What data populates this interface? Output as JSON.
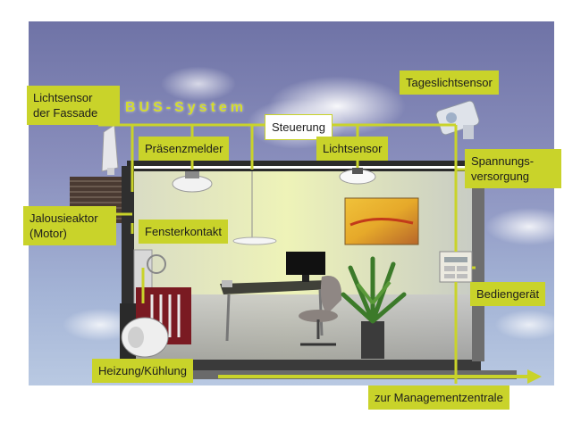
{
  "diagram": {
    "bus_title": "BUS-System",
    "labels": {
      "lichtsensor_fassade_l1": "Lichtsensor",
      "lichtsensor_fassade_l2": "der Fassade",
      "tageslichtsensor": "Tageslichtsensor",
      "steuerung": "Steuerung",
      "praesenzmelder": "Präsenzmelder",
      "lichtsensor": "Lichtsensor",
      "spannungsversorgung_l1": "Spannungs-",
      "spannungsversorgung_l2": "versorgung",
      "jalousieaktor_l1": "Jalousieaktor",
      "jalousieaktor_l2": "(Motor)",
      "fensterkontakt": "Fensterkontakt",
      "bediengeraet": "Bediengerät",
      "heizung_kuehlung": "Heizung/Kühlung",
      "managementzentrale": "zur Managementzentrale"
    },
    "colors": {
      "bus_line": "#c9d32a",
      "label_fill": "#c9d32a",
      "sky": "#8a8fbd"
    }
  }
}
